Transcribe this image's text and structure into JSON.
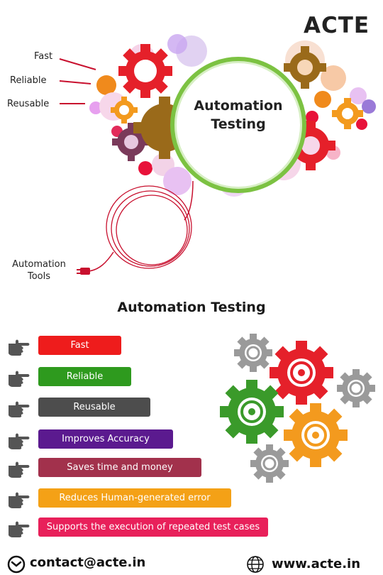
{
  "brand": {
    "logo_text": "ACTE"
  },
  "hero": {
    "center_line1": "Automation",
    "center_line2": "Testing",
    "labels": {
      "fast": "Fast",
      "reliable": "Reliable",
      "reusable": "Reusable",
      "tools_line1": "Automation",
      "tools_line2": "Tools"
    }
  },
  "section": {
    "title": "Automation Testing"
  },
  "benefits": [
    {
      "label": "Fast",
      "color": "#ee1c1c"
    },
    {
      "label": "Reliable",
      "color": "#2e9a1e"
    },
    {
      "label": "Reusable",
      "color": "#4d4d4d"
    },
    {
      "label": "Improves Accuracy",
      "color": "#5b1a8f"
    },
    {
      "label": "Saves time and money",
      "color": "#a2314c"
    },
    {
      "label": "Reduces Human-generated error",
      "color": "#f4a116"
    },
    {
      "label": "Supports the execution of repeated test cases",
      "color": "#e8205a"
    }
  ],
  "footer": {
    "email": "contact@acte.in",
    "website": "www.acte.in"
  },
  "colors": {
    "accent_green": "#7cc242",
    "gear_red": "#e5202a",
    "gear_orange": "#f39a1e",
    "gear_green": "#3a9a2a",
    "gear_gray": "#9a9a9a"
  }
}
